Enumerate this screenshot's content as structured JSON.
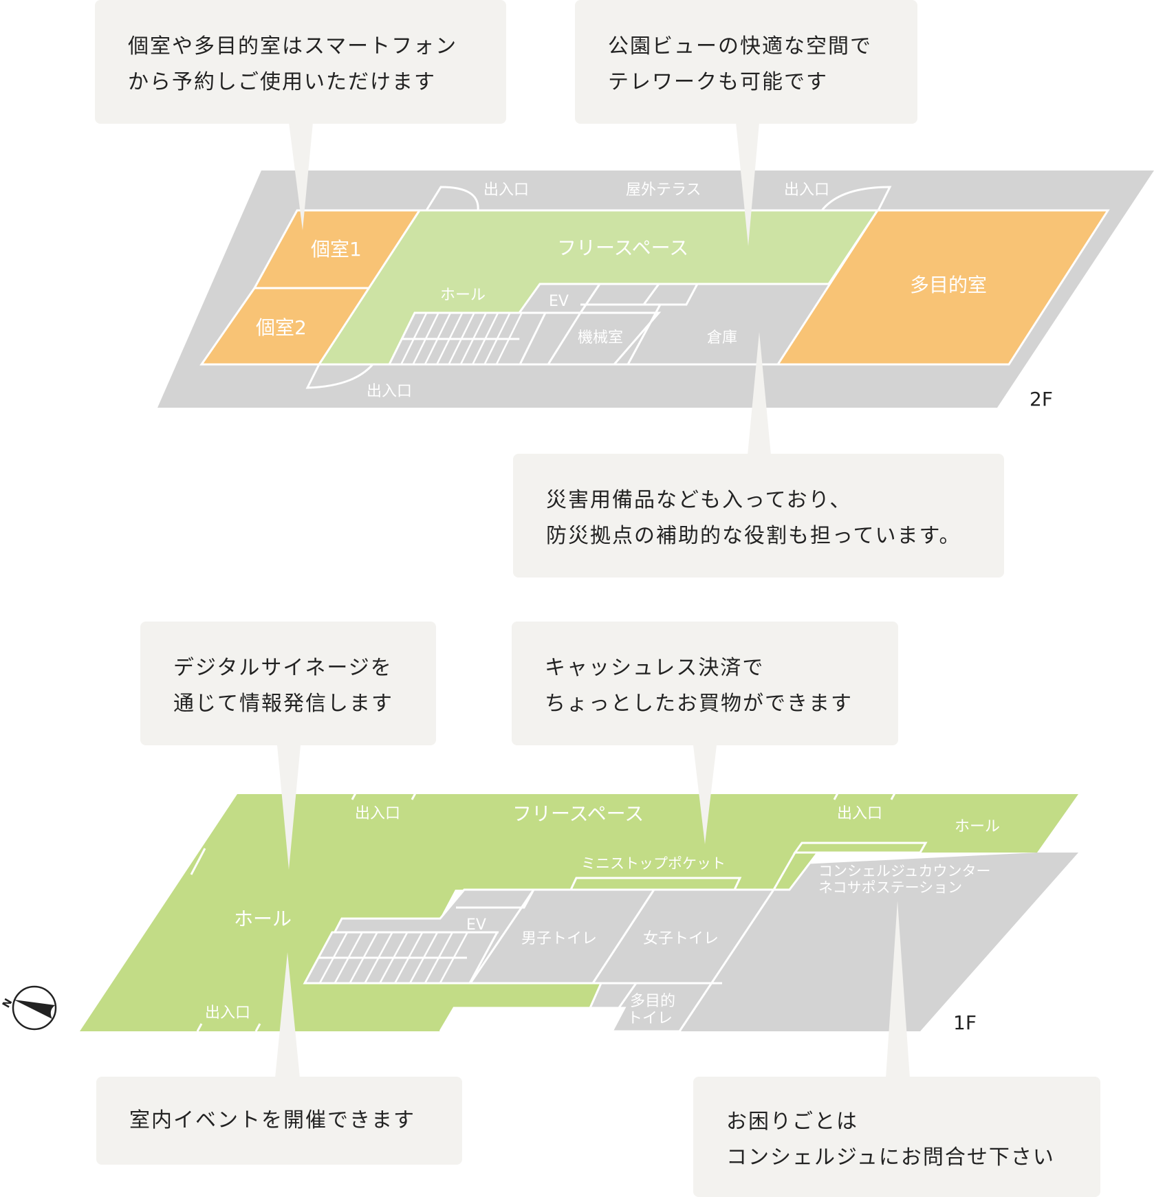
{
  "colors": {
    "floor_gray": "#d3d3d3",
    "room_orange": "#f8c375",
    "space_green_2f": "#cde3a4",
    "space_green_1f": "#c2dc86",
    "callout_bg": "#f3f2ef",
    "line_white": "#ffffff",
    "text_dark": "#222222"
  },
  "floor2": {
    "label": "2F",
    "rooms": {
      "private1": "個室1",
      "private2": "個室2",
      "free_space": "フリースペース",
      "hall": "ホール",
      "ev": "EV",
      "machine_room": "機械室",
      "storage": "倉庫",
      "multipurpose": "多目的室",
      "terrace": "屋外テラス",
      "entrance_top_left": "出入口",
      "entrance_top_right": "出入口",
      "entrance_bottom": "出入口"
    },
    "callouts": [
      {
        "lines": [
          "個室や多目的室はスマートフォン",
          "から予約しご使用いただけます"
        ]
      },
      {
        "lines": [
          "公園ビューの快適な空間で",
          "テレワークも可能です"
        ]
      },
      {
        "lines": [
          "災害用備品なども入っており、",
          "防災拠点の補助的な役割も担っています。"
        ]
      }
    ]
  },
  "floor1": {
    "label": "1F",
    "rooms": {
      "free_space": "フリースペース",
      "hall_left": "ホール",
      "hall_right": "ホール",
      "ev": "EV",
      "mens_toilet": "男子トイレ",
      "womens_toilet": "女子トイレ",
      "multi_toilet_line1": "多目的",
      "multi_toilet_line2": "トイレ",
      "ministop": "ミニストップポケット",
      "concierge_line1": "コンシェルジュカウンター",
      "concierge_line2": "ネコサポステーション",
      "entrance_top_left": "出入口",
      "entrance_top_right": "出入口",
      "entrance_bottom": "出入口"
    },
    "callouts": [
      {
        "lines": [
          "デジタルサイネージを",
          "通じて情報発信します"
        ]
      },
      {
        "lines": [
          "キャッシュレス決済で",
          "ちょっとしたお買物ができます"
        ]
      },
      {
        "lines": [
          "室内イベントを開催できます"
        ]
      },
      {
        "lines": [
          "お困りごとは",
          "コンシェルジュにお問合せ下さい"
        ]
      }
    ]
  },
  "compass": {
    "icon": "north-compass-icon",
    "letter": "N"
  }
}
